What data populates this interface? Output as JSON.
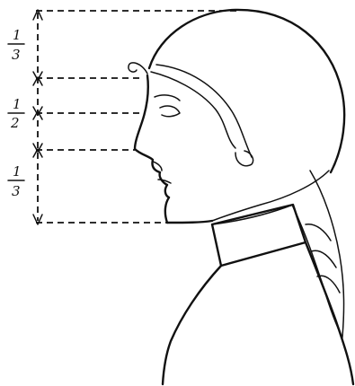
{
  "diagram": {
    "labels": [
      {
        "numerator": "1",
        "denominator": "3"
      },
      {
        "numerator": "1",
        "denominator": "2"
      },
      {
        "numerator": "1",
        "denominator": "3"
      }
    ]
  }
}
